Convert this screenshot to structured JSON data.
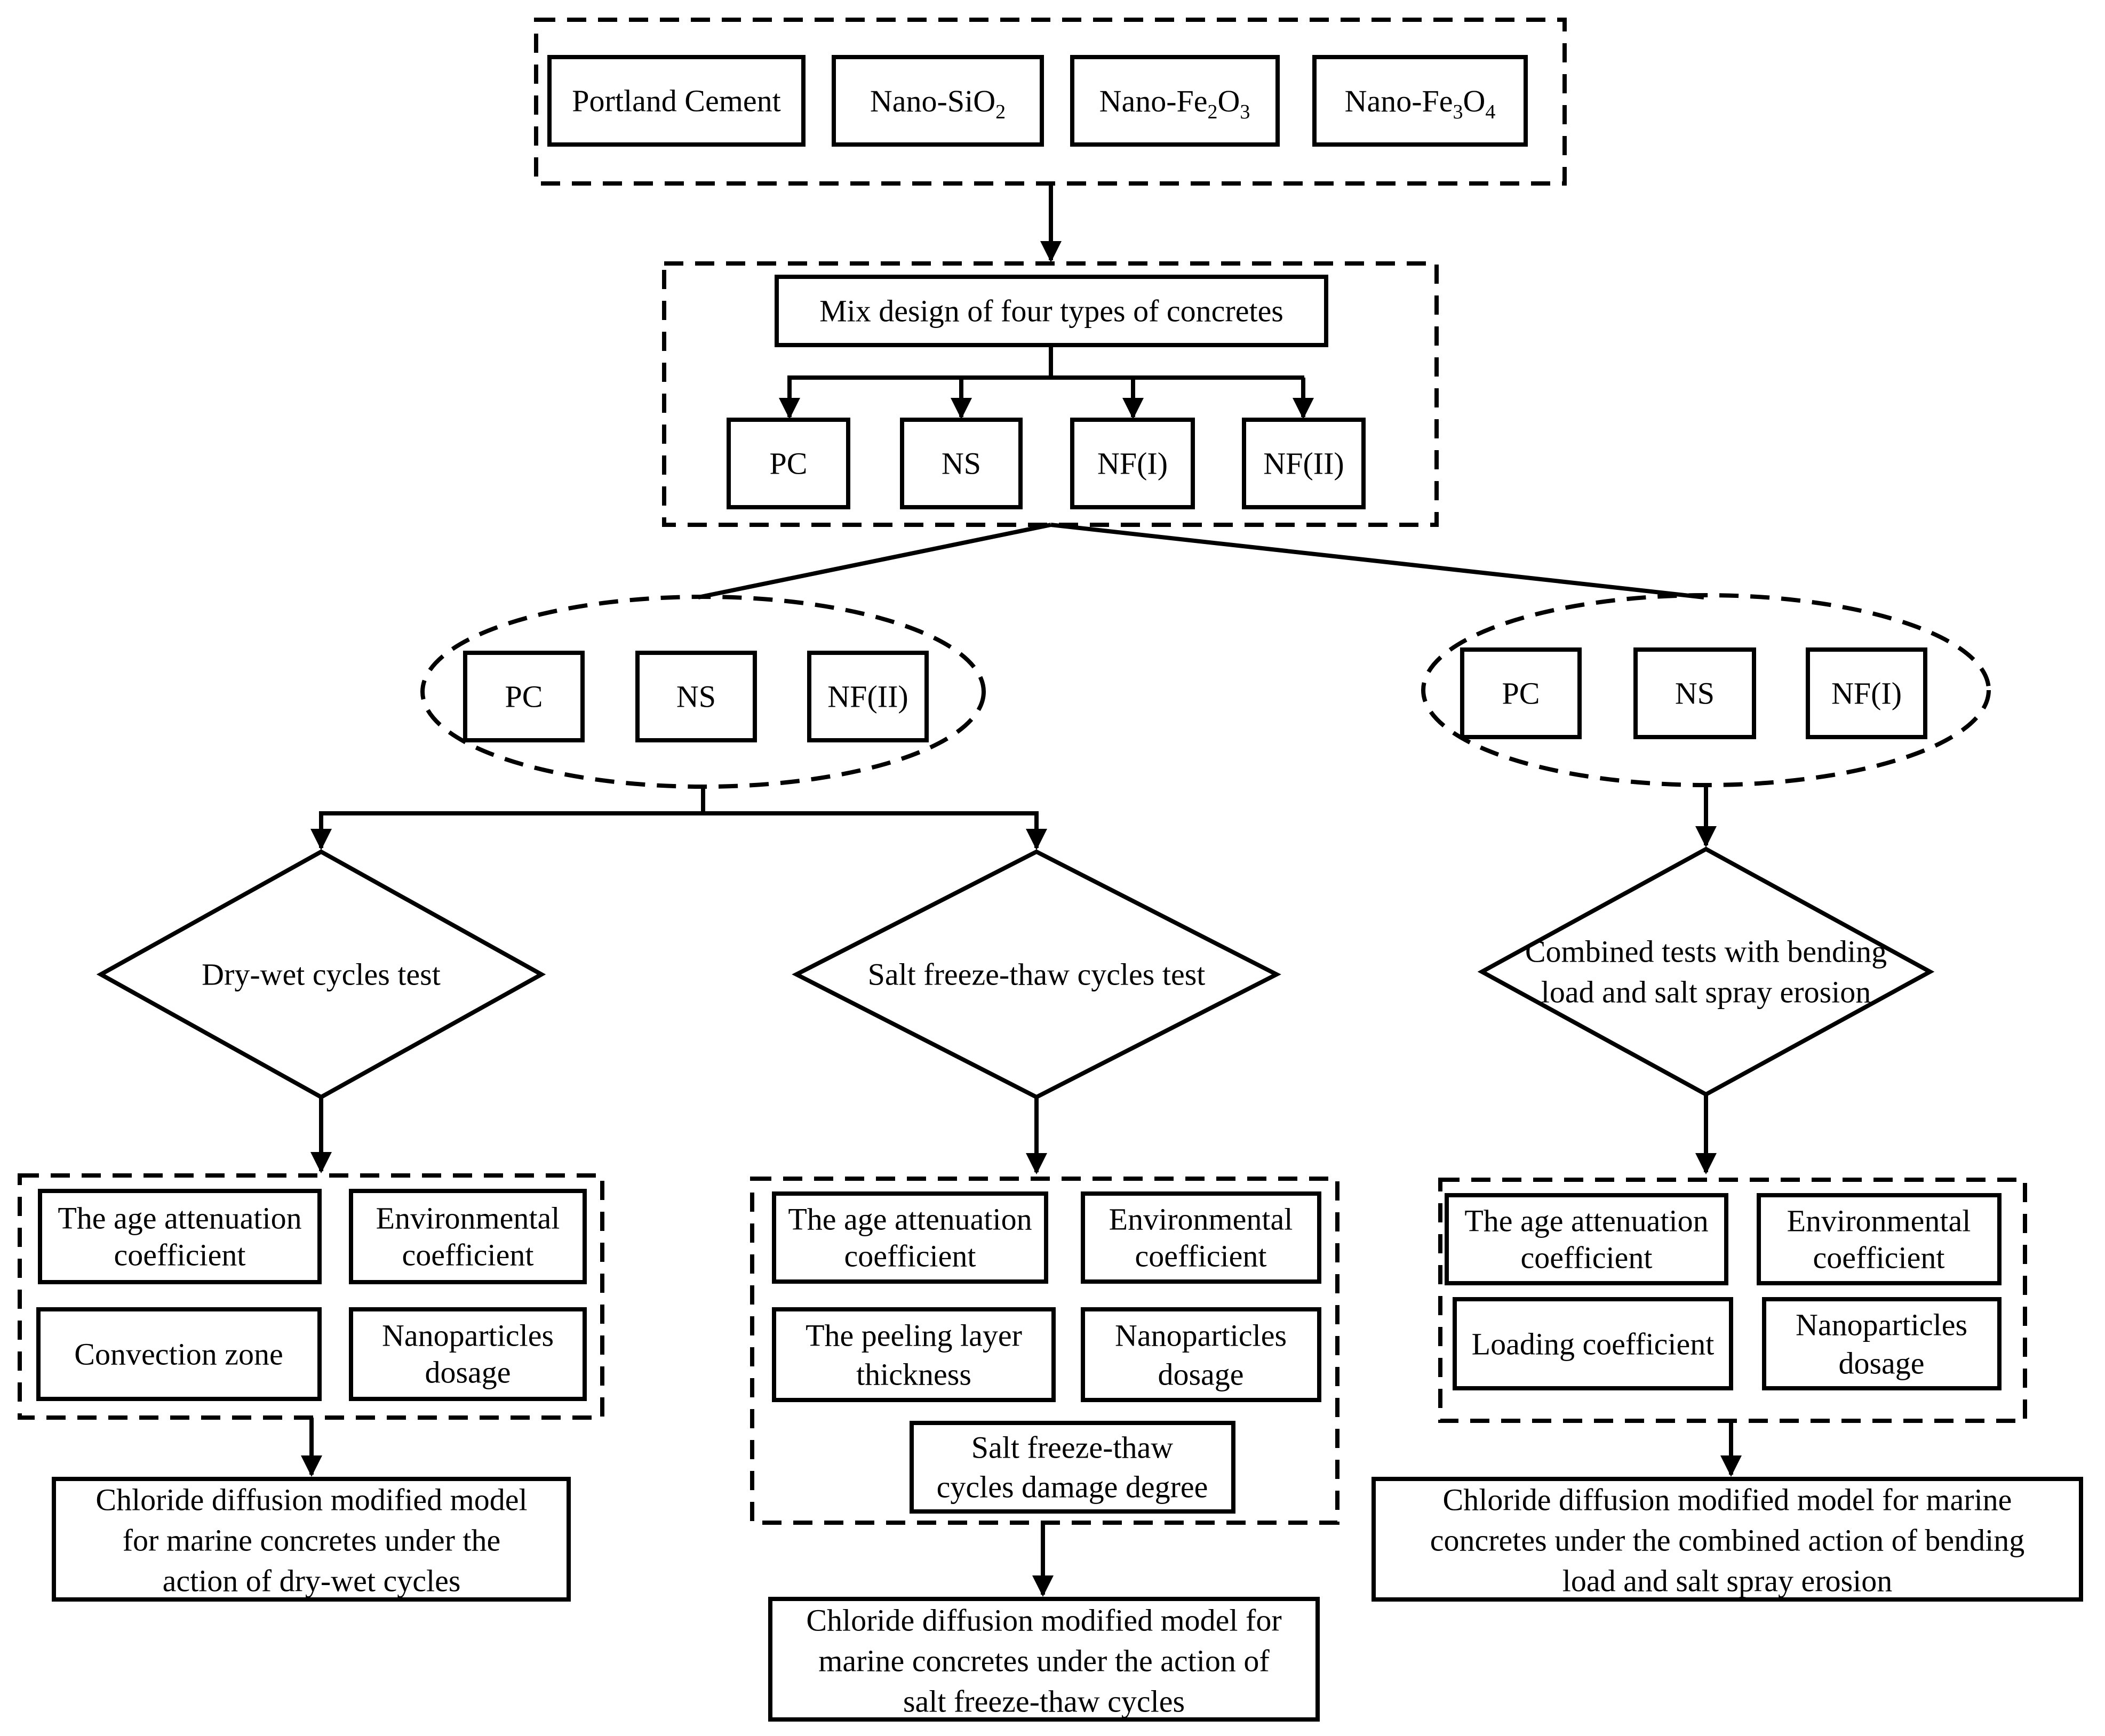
{
  "materials": {
    "portland_cement": "Portland Cement",
    "nano_sio2": {
      "base": "Nano-SiO",
      "sub1": "2"
    },
    "nano_fe2o3": {
      "base": "Nano-Fe",
      "sub1": "2",
      "mid": "O",
      "sub2": "3"
    },
    "nano_fe3o4": {
      "base": "Nano-Fe",
      "sub1": "3",
      "mid": "O",
      "sub2": "4"
    }
  },
  "mix_design": {
    "title": "Mix design of four types of concretes",
    "types": [
      "PC",
      "NS",
      "NF(I)",
      "NF(II)"
    ]
  },
  "left_group": [
    "PC",
    "NS",
    "NF(II)"
  ],
  "right_group": [
    "PC",
    "NS",
    "NF(I)"
  ],
  "tests": {
    "dry_wet": "Dry-wet cycles test",
    "salt_freeze": "Salt freeze-thaw cycles test",
    "combined_line1": "Combined tests with bending",
    "combined_line2": "load and salt spray erosion"
  },
  "factors": {
    "dry_wet": {
      "age_1": "The age attenuation",
      "age_2": "coefficient",
      "env_1": "Environmental",
      "env_2": "coefficient",
      "convection": "Convection zone",
      "nano_1": "Nanoparticles",
      "nano_2": "dosage"
    },
    "salt_freeze": {
      "age_1": "The age attenuation",
      "age_2": "coefficient",
      "env_1": "Environmental",
      "env_2": "coefficient",
      "peel_1": "The peeling layer",
      "peel_2": "thickness",
      "nano_1": "Nanoparticles",
      "nano_2": "dosage",
      "damage_1": "Salt freeze-thaw",
      "damage_2": "cycles damage degree"
    },
    "combined": {
      "age_1": "The age attenuation",
      "age_2": "coefficient",
      "env_1": "Environmental",
      "env_2": "coefficient",
      "loading": "Loading coefficient",
      "nano_1": "Nanoparticles",
      "nano_2": "dosage"
    }
  },
  "models": {
    "dry_wet": [
      "Chloride diffusion modified model",
      "for marine concretes under the",
      "action of dry-wet cycles"
    ],
    "salt_freeze": [
      "Chloride diffusion modified model for",
      "marine concretes under the action of",
      "salt freeze-thaw cycles"
    ],
    "combined": [
      "Chloride diffusion modified model for marine",
      "concretes under the combined action of bending",
      "load and salt spray erosion"
    ]
  }
}
